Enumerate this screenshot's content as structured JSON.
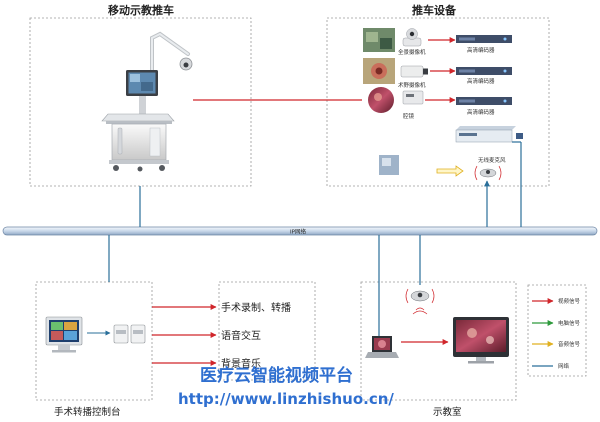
{
  "sections": {
    "cart_title": "移动示教推车",
    "equipment_title": "推车设备",
    "control_title": "手术转播控制台",
    "classroom_title": "示教室"
  },
  "equipment": {
    "cameras": [
      "全景摄像机",
      "术野摄像机",
      "腔镜"
    ],
    "encoders": [
      "高清编码器",
      "高清编码器",
      "高清编码器"
    ],
    "wireless_label": "无线麦克风"
  },
  "network": {
    "label": "IP网络"
  },
  "functions": [
    "手术录制、转播",
    "语音交互",
    "背景音乐"
  ],
  "legend": [
    {
      "label": "视频信号",
      "color": "#d0262b"
    },
    {
      "label": "电脑信号",
      "color": "#2e9a3c"
    },
    {
      "label": "音频信号",
      "color": "#e0b020"
    },
    {
      "label": "网络",
      "color": "#2a6f9a"
    }
  ],
  "watermark": {
    "title": "医疗云智能视频平台",
    "url": "http://www.linzhishuo.cn/"
  }
}
